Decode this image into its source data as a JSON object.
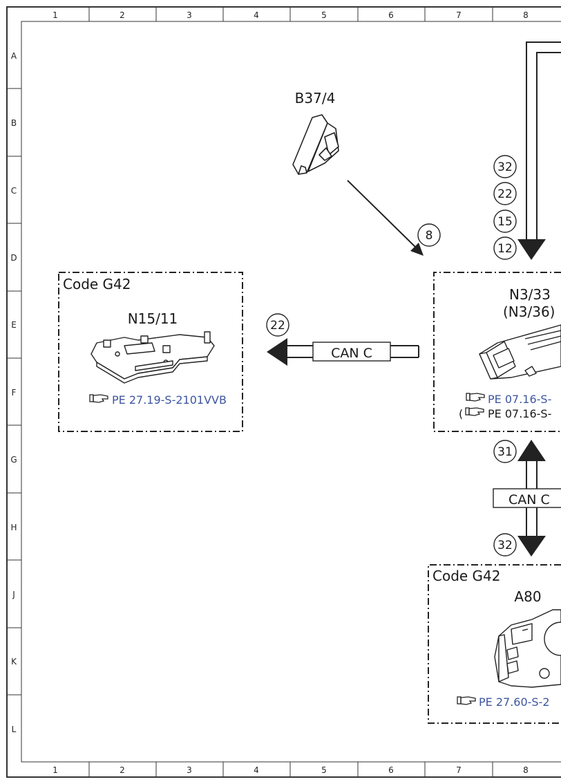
{
  "grid": {
    "columns": [
      "1",
      "2",
      "3",
      "4",
      "5",
      "6",
      "7",
      "8"
    ],
    "rows": [
      "A",
      "B",
      "C",
      "D",
      "E",
      "F",
      "G",
      "H",
      "J",
      "K",
      "L"
    ]
  },
  "components": {
    "b37_4": {
      "label": "B37/4"
    },
    "n15_11": {
      "code": "Code G42",
      "label": "N15/11",
      "ref": "PE 27.19-S-2101VVB"
    },
    "n3_33": {
      "label": "N3/33",
      "label_alt": "(N3/36)",
      "ref1": "PE 07.16-S-",
      "ref2_prefix": "(",
      "ref2": "PE 07.16-S-"
    },
    "a80": {
      "code": "Code G42",
      "label": "A80",
      "ref": "PE 27.60-S-2"
    }
  },
  "connections": {
    "b37_to_n3": {
      "num": "8"
    },
    "top_bus": {
      "nums": [
        "32",
        "22",
        "15",
        "12"
      ]
    },
    "can_left": {
      "label": "CAN C",
      "num": "22"
    },
    "can_down": {
      "label": "CAN C",
      "num_up": "31",
      "num_down": "32"
    }
  }
}
